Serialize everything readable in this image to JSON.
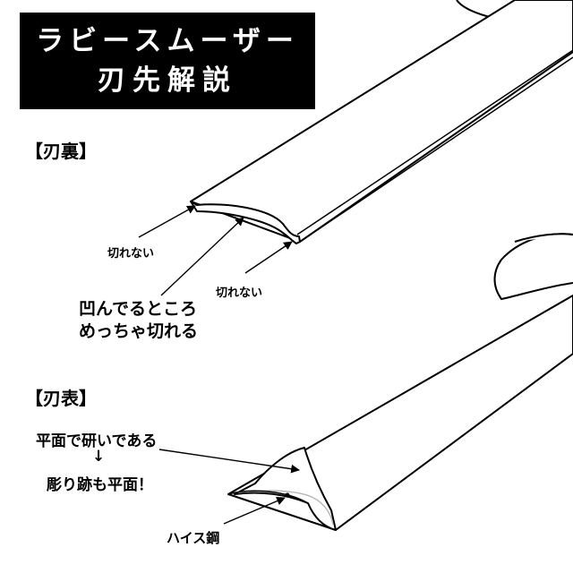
{
  "title": {
    "line1": "ラビースムーザー",
    "line2": "刃先解説"
  },
  "back_side": {
    "heading": "【刃裏】",
    "edge_left_label": "切れない",
    "edge_right_label": "切れない",
    "cut_line1": "凹んでるところ",
    "cut_line2": "めっちゃ切れる"
  },
  "front_side": {
    "heading": "【刃表】",
    "flat_label": "平面で研いである",
    "arrow_glyph": "↓",
    "carve_label": "彫り跡も平面！",
    "steel_label": "ハイス鋼"
  },
  "colors": {
    "ink": "#000000",
    "paper": "#ffffff",
    "steel_edge": "#b8b8b8"
  }
}
